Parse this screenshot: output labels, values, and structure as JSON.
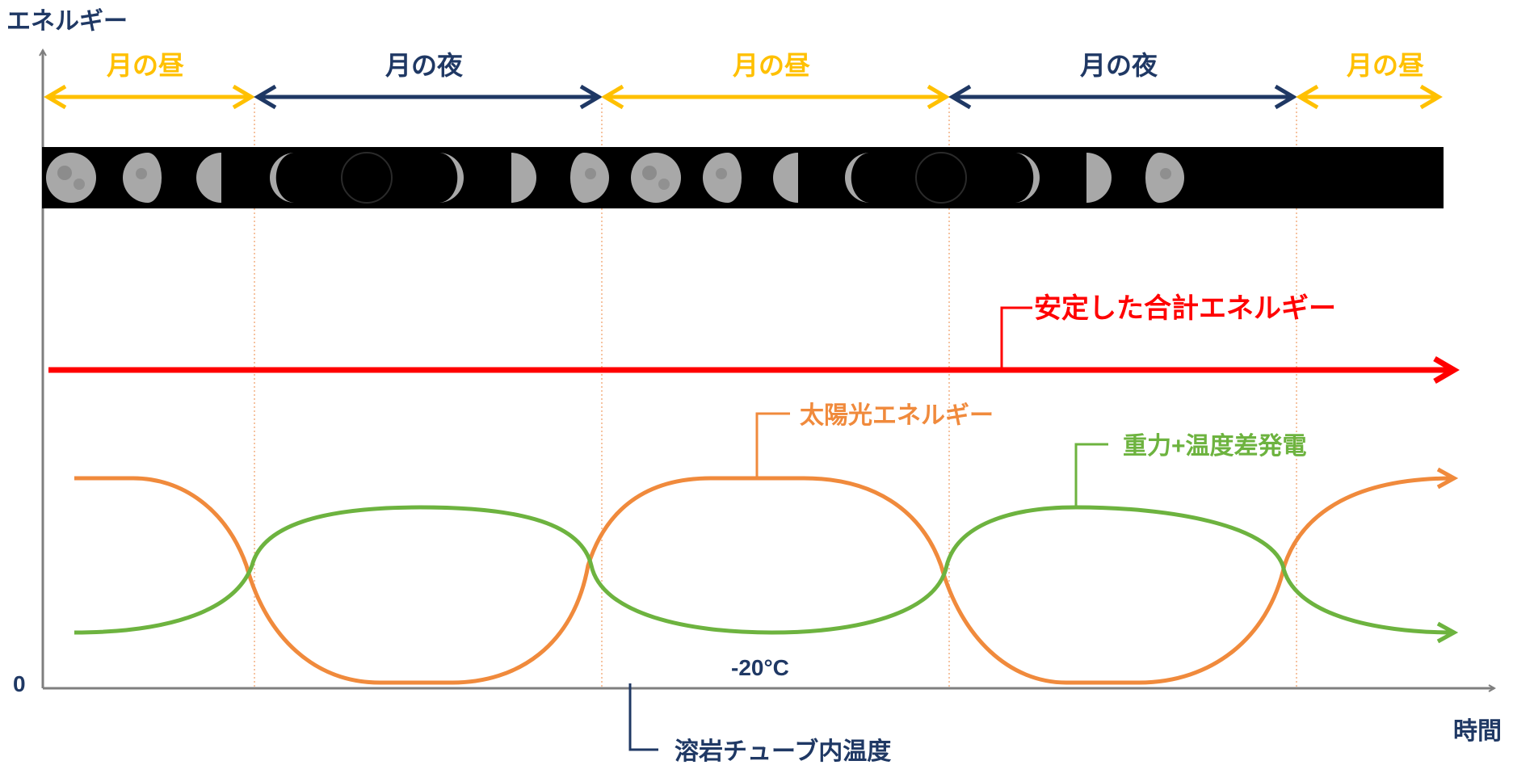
{
  "axes": {
    "y_label": "エネルギー",
    "x_label": "時間",
    "origin_label": "0"
  },
  "periods": [
    {
      "label": "月の昼",
      "kind": "day"
    },
    {
      "label": "月の夜",
      "kind": "night"
    },
    {
      "label": "月の昼",
      "kind": "day"
    },
    {
      "label": "月の夜",
      "kind": "night"
    },
    {
      "label": "月の昼",
      "kind": "day"
    }
  ],
  "moon_phases": [
    {
      "phase": "full-moon"
    },
    {
      "phase": "waning-gibbous"
    },
    {
      "phase": "last-quarter"
    },
    {
      "phase": "waning-crescent"
    },
    {
      "phase": "new-moon"
    },
    {
      "phase": "waxing-crescent"
    },
    {
      "phase": "first-quarter"
    },
    {
      "phase": "waxing-gibbous"
    },
    {
      "phase": "full-moon"
    },
    {
      "phase": "waning-gibbous"
    },
    {
      "phase": "last-quarter"
    },
    {
      "phase": "waning-crescent"
    },
    {
      "phase": "new-moon"
    },
    {
      "phase": "waxing-crescent"
    },
    {
      "phase": "first-quarter"
    },
    {
      "phase": "waxing-gibbous"
    }
  ],
  "curves": {
    "total": {
      "label": "安定した合計エネルギー",
      "color": "#ff0000"
    },
    "solar": {
      "label": "太陽光エネルギー",
      "color": "#f08a3c"
    },
    "thermal": {
      "label": "重力+温度差発電",
      "color": "#6db33f"
    }
  },
  "annotations": {
    "temperature_value": "-20°C",
    "temperature_label": "溶岩チューブ内温度"
  },
  "colors": {
    "day": "#ffc000",
    "night": "#1f3864",
    "axis": "#7f7f7f",
    "divider": "#f4b183"
  }
}
